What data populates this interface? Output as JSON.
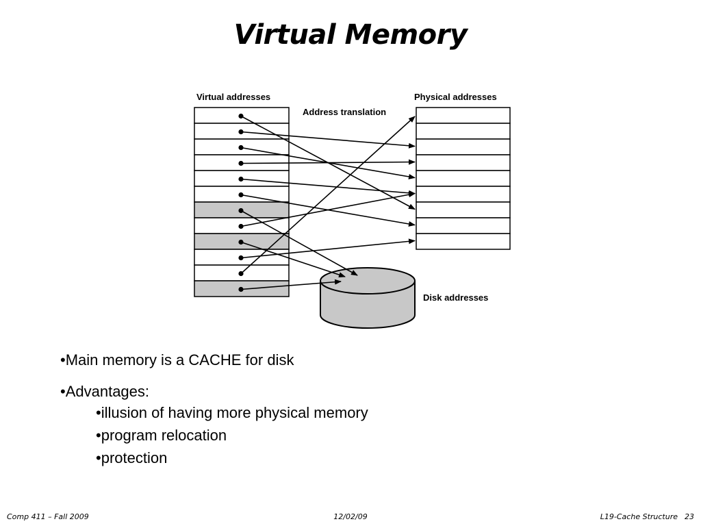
{
  "slide": {
    "title": "Virtual Memory"
  },
  "diagram": {
    "virtual_label": "Virtual addresses",
    "translation_label": "Address translation",
    "physical_label": "Physical addresses",
    "disk_label": "Disk addresses",
    "virtual_page_count": 12,
    "physical_page_count": 9,
    "shaded_virtual_pages": [
      6,
      8,
      11
    ],
    "mappings": [
      {
        "from": 0,
        "to": "p6"
      },
      {
        "from": 1,
        "to": "p2"
      },
      {
        "from": 2,
        "to": "p4"
      },
      {
        "from": 3,
        "to": "p3"
      },
      {
        "from": 4,
        "to": "p5"
      },
      {
        "from": 5,
        "to": "p7"
      },
      {
        "from": 6,
        "to": "disk"
      },
      {
        "from": 7,
        "to": "p5"
      },
      {
        "from": 8,
        "to": "disk"
      },
      {
        "from": 9,
        "to": "p8"
      },
      {
        "from": 10,
        "to": "p0"
      },
      {
        "from": 11,
        "to": "disk"
      }
    ],
    "colors": {
      "shaded": "#c8c8c8",
      "disk": "#c8c8c8",
      "line": "#000000"
    }
  },
  "bullets": {
    "main": "•Main memory is a CACHE for disk",
    "advantages": "•Advantages:",
    "sub": [
      "•illusion of having more physical memory",
      "•program relocation",
      "•protection"
    ]
  },
  "footer": {
    "left": "Comp 411 – Fall 2009",
    "center": "12/02/09",
    "right": "L19-Cache Structure",
    "page": "23"
  }
}
